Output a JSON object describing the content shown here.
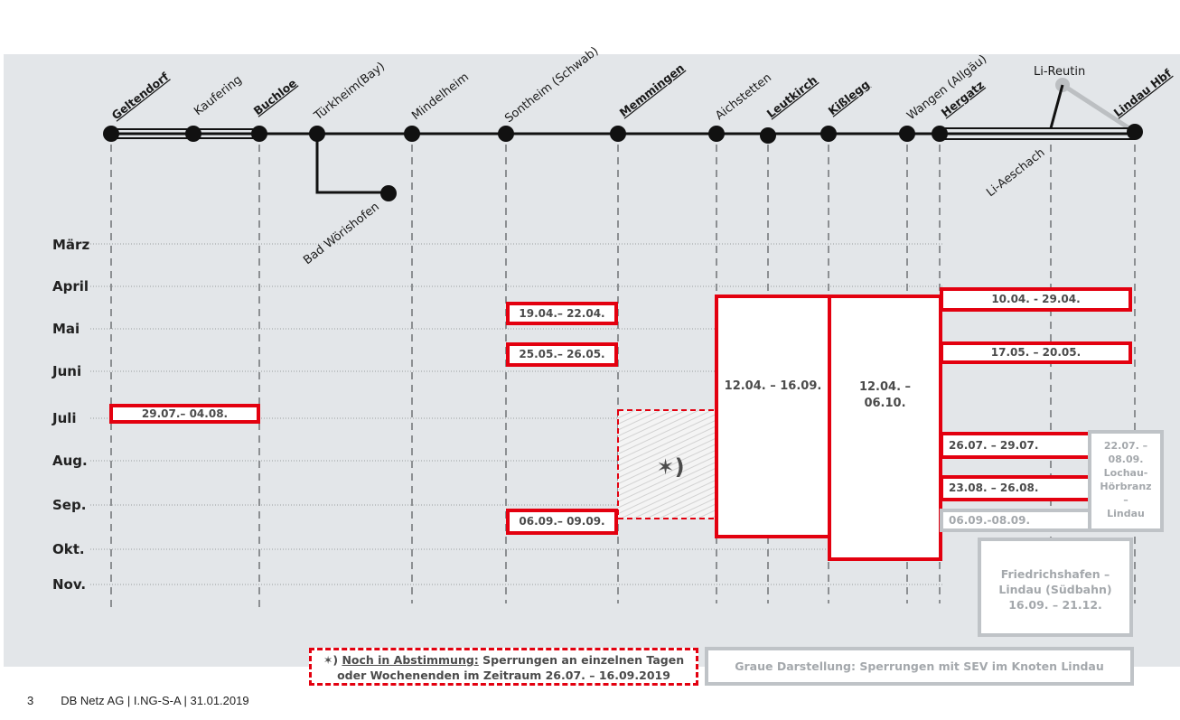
{
  "stations": [
    {
      "name": "Geltendorf",
      "bold": true
    },
    {
      "name": "Kaufering",
      "bold": false
    },
    {
      "name": "Buchloe",
      "bold": true
    },
    {
      "name": "Türkheim(Bay)",
      "bold": false
    },
    {
      "name": "Mindelheim",
      "bold": false
    },
    {
      "name": "Sontheim (Schwab)",
      "bold": false
    },
    {
      "name": "Memmingen",
      "bold": true
    },
    {
      "name": "Aichstetten",
      "bold": false
    },
    {
      "name": "Leutkirch",
      "bold": true
    },
    {
      "name": "Kißlegg",
      "bold": true
    },
    {
      "name": "Wangen (Allgäu)",
      "bold": false
    },
    {
      "name": "Hergatz",
      "bold": true
    },
    {
      "name": "Lindau Hbf",
      "bold": true
    }
  ],
  "branch_stations": {
    "bad_woerishofen": "Bad Wörishofen",
    "li_reutin": "Li-Reutin",
    "li_aeschach": "Li-Aeschach"
  },
  "months": [
    "März",
    "April",
    "Mai",
    "Juni",
    "Juli",
    "Aug.",
    "Sep.",
    "Okt.",
    "Nov."
  ],
  "closures": {
    "geltendorf_buchloe": "29.07.– 04.08.",
    "sontheim_memmingen_1": "19.04.– 22.04.",
    "sontheim_memmingen_2": "25.05.– 26.05.",
    "sontheim_memmingen_3": "06.09.– 09.09.",
    "memmingen_aichstetten_pending": "✶)",
    "aichstetten_kisslegg": "12.04. – 16.09.",
    "kisslegg_hergatz": "12.04. – 06.10.",
    "hergatz_lindau_1": "10.04. - 29.04.",
    "hergatz_lindau_2": "17.05. – 20.05.",
    "hergatz_lindau_3": "26.07. – 29.07.",
    "hergatz_lindau_4": "23.08. – 26.08.",
    "hergatz_lindau_grey": "06.09.-08.09.",
    "lochau": [
      "22.07. –",
      "08.09.",
      "Lochau-",
      "Hörbranz",
      "–",
      "Lindau"
    ],
    "friedrichshafen": [
      "Friedrichshafen –",
      "Lindau (Südbahn)",
      "16.09. – 21.12."
    ]
  },
  "legend": {
    "star": "✶)",
    "pending_title": "Noch in Abstimmung:",
    "pending_rest": "Sperrungen an einzelnen Tagen",
    "pending_line2": "oder Wochenenden im Zeitraum 26.07. – 16.09.2019",
    "grey_text": "Graue Darstellung: Sperrungen mit SEV im Knoten Lindau"
  },
  "footer": {
    "page": "3",
    "text": "DB Netz AG | I.NG-S-A | 31.01.2019"
  },
  "colors": {
    "red": "#e3000f",
    "grey_border": "#bfc3c7",
    "background": "#e3e6e9"
  }
}
